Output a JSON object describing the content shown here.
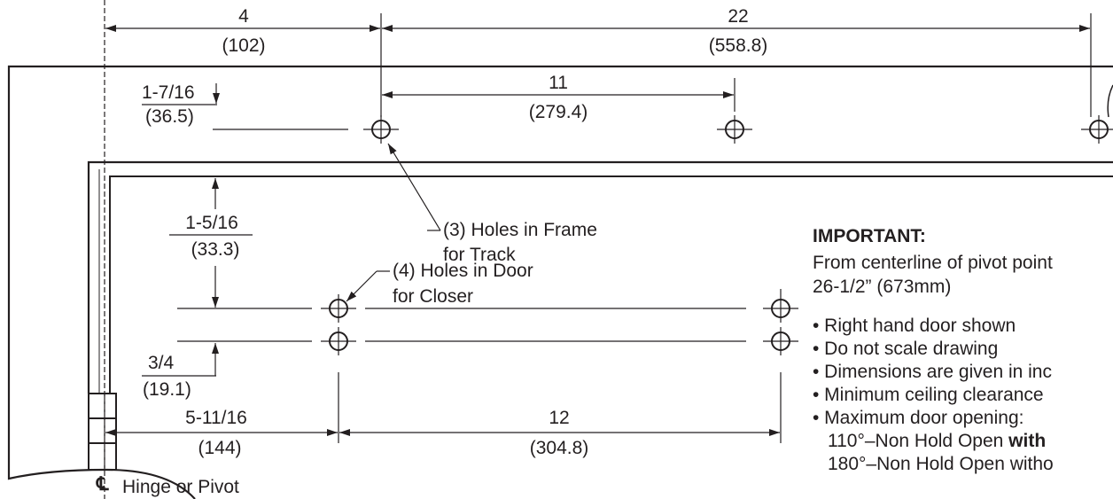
{
  "dimensions": {
    "hinge_to_frame_hole": {
      "inch": "4",
      "mm": "(102)"
    },
    "frame_hole_span": {
      "inch": "22",
      "mm": "(558.8)"
    },
    "frame_hole_spacing": {
      "inch": "11",
      "mm": "(279.4)"
    },
    "frame_hole_from_top": {
      "inch": "1-7/16",
      "mm": "(36.5)"
    },
    "door_top_to_upper_hole": {
      "inch": "1-5/16",
      "mm": "(33.3)"
    },
    "door_hole_spacing": {
      "inch": "3/4",
      "mm": "(19.1)"
    },
    "hinge_to_door_hole": {
      "inch": "5-11/16",
      "mm": "(144)"
    },
    "door_hole_span": {
      "inch": "12",
      "mm": "(304.8)"
    }
  },
  "callouts": {
    "frame_holes": {
      "line1": "(3) Holes in Frame",
      "line2": "for Track"
    },
    "door_holes": {
      "line1": "(4) Holes in Door",
      "line2": "for Closer"
    }
  },
  "centerline": {
    "symbol": "℄",
    "label": "Hinge or Pivot"
  },
  "notes": {
    "heading": "IMPORTANT:",
    "line1": "From centerline of pivot point",
    "line2": "26-1/2” (673mm)",
    "bullets": [
      "• Right hand door shown",
      "• Do not scale drawing",
      "• Dimensions are given in inc",
      "• Minimum ceiling clearance",
      "• Maximum door opening:"
    ],
    "opening_110": {
      "text": "110°–Non Hold Open ",
      "bold": "with"
    },
    "opening_180": {
      "text": "180°–Non Hold Open witho"
    }
  }
}
